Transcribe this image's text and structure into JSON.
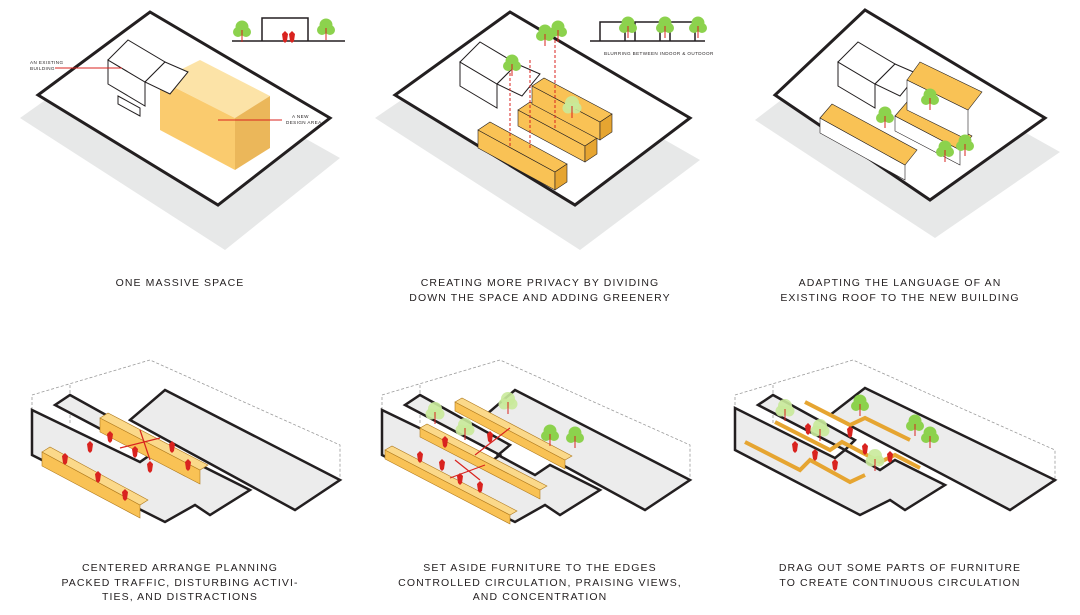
{
  "colors": {
    "box_fill": "#f9c255",
    "box_fill_light": "#fbd98a",
    "box_side": "#e6a531",
    "shadow": "#e7e8e8",
    "floor": "#ececec",
    "tree": "#8cd24d",
    "tree_light": "#c9ea9a",
    "red": "#d9231f",
    "line": "#231f20",
    "dash": "#9b9b9b"
  },
  "panels": [
    {
      "caption_lines": [
        "ONE MASSIVE SPACE"
      ],
      "labels": {
        "existing_building": [
          "AN EXISTING",
          "BUILDING"
        ],
        "new_design_area": [
          "A NEW",
          "DESIGN AREA"
        ]
      },
      "icon": "section-one-room-icon"
    },
    {
      "caption_lines": [
        "CREATING MORE PRIVACY BY DIVIDING",
        "DOWN THE SPACE AND ADDING GREENERY"
      ],
      "labels": {
        "blurring": "BLURRING BETWEEN INDOOR & OUTDOOR"
      },
      "icon": "section-three-rooms-icon"
    },
    {
      "caption_lines": [
        "ADAPTING THE LANGUAGE OF AN",
        "EXISTING ROOF TO THE NEW BUILDING"
      ]
    },
    {
      "caption_lines": [
        "CENTERED ARRANGE PLANNING",
        "PACKED TRAFFIC, DISTURBING ACTIVI-",
        "TIES, AND DISTRACTIONS"
      ]
    },
    {
      "caption_lines": [
        "SET ASIDE FURNITURE TO THE EDGES",
        "CONTROLLED CIRCULATION, PRAISING VIEWS,",
        "AND CONCENTRATION"
      ]
    },
    {
      "caption_lines": [
        "DRAG OUT SOME PARTS OF FURNITURE",
        "TO CREATE CONTINUOUS CIRCULATION"
      ]
    }
  ]
}
